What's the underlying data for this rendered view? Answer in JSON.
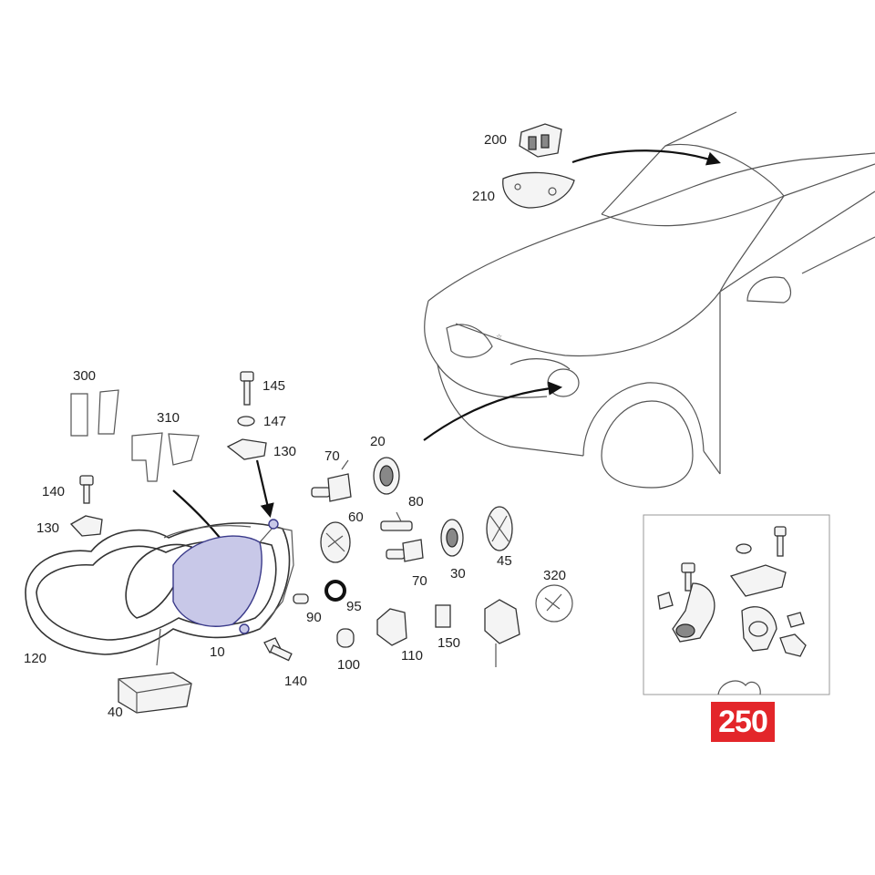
{
  "callouts": {
    "p300": "300",
    "p310": "310",
    "p145": "145",
    "p147": "147",
    "p130_top": "130",
    "p140_left": "140",
    "p130_left": "130",
    "p120": "120",
    "p10": "10",
    "p40": "40",
    "p140_bottom": "140",
    "p70_top": "70",
    "p20": "20",
    "p60": "60",
    "p80": "80",
    "p70_mid": "70",
    "p30": "30",
    "p45": "45",
    "p90": "90",
    "p95": "95",
    "p100": "100",
    "p110": "110",
    "p150": "150",
    "p320": "320",
    "p200": "200",
    "p210": "210"
  },
  "detail_badge": "250",
  "colors": {
    "badge": "#e3262a",
    "lamp_tint": "#c8c8e8",
    "lamp_outline": "#3a3a8a"
  },
  "icons": [
    "car-outline-icon",
    "headlamp-assembly-icon",
    "bulb-icon",
    "screw-icon",
    "clip-icon",
    "sensor-icon"
  ]
}
